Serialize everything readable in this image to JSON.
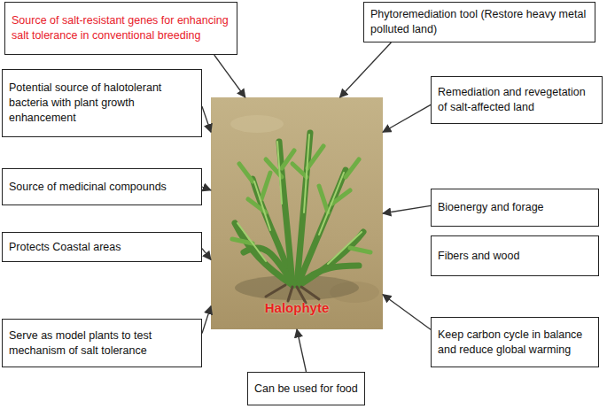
{
  "diagram": {
    "nodes": [
      {
        "text": [
          "Source of salt-resistant genes for enhancing salt tolerance in conventional breeding"
        ]
      },
      {
        "text": [
          "Phytoremediation tool (Restore heavy metal polluted land)"
        ]
      },
      {
        "text": [
          "Potential source of halotolerant bacteria with plant growth enhancement"
        ]
      },
      {
        "text": [
          "Remediation and revegetation of salt-affected land"
        ]
      },
      {
        "text": [
          "Source of medicinal compounds"
        ]
      },
      {
        "text": [
          "Bioenergy and forage"
        ]
      },
      {
        "text": [
          "Protects Coastal areas"
        ]
      },
      {
        "text": [
          "Fibers and wood"
        ]
      },
      {
        "text": [
          "Serve as model plants to test mechanism of salt tolerance"
        ]
      },
      {
        "text": [
          "Keep carbon cycle in balance and reduce global warming"
        ]
      },
      {
        "text": [
          "Can be used for food"
        ]
      },
      {
        "text": [
          "Halophyte"
        ]
      }
    ],
    "edges": [
      {
        "from": 0,
        "to": 11,
        "arrow": "to"
      },
      {
        "from": 1,
        "to": 11,
        "arrow": "to"
      },
      {
        "from": 2,
        "to": 11,
        "arrow": "to"
      },
      {
        "from": 3,
        "to": 11,
        "arrow": "to"
      },
      {
        "from": 4,
        "to": 11,
        "arrow": "to"
      },
      {
        "from": 5,
        "to": 11,
        "arrow": "to"
      },
      {
        "from": 6,
        "to": 11,
        "arrow": "to"
      },
      {
        "from": 8,
        "to": 11,
        "arrow": "to"
      },
      {
        "from": 9,
        "to": 11,
        "arrow": "to"
      },
      {
        "from": 10,
        "to": 11,
        "arrow": "to"
      }
    ]
  }
}
